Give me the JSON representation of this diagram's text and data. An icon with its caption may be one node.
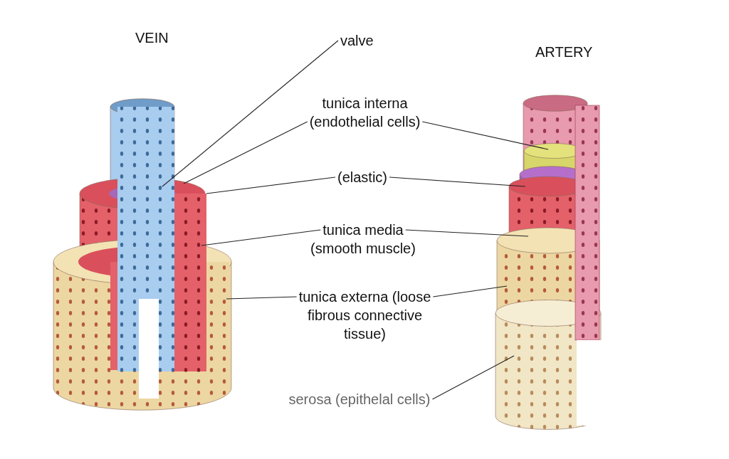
{
  "diagram": {
    "nodes": [
      {
        "text": [
          "valve"
        ]
      },
      {
        "text": [
          "tunica interna (endothelial cells)"
        ]
      },
      {
        "text": [
          "(elastic)"
        ]
      },
      {
        "text": [
          "tunica media (smooth muscle)"
        ]
      },
      {
        "text": [
          "tunica externa (loose fibrous connective tissue)"
        ]
      },
      {
        "text": [
          "serosa (epithelal cells)"
        ]
      }
    ],
    "edges": [
      {
        "from": 0,
        "to": null,
        "arrow": "none"
      },
      {
        "from": 1,
        "to": null,
        "arrow": "none"
      },
      {
        "from": 1,
        "to": null,
        "arrow": "none"
      },
      {
        "from": 2,
        "to": null,
        "arrow": "none"
      },
      {
        "from": 2,
        "to": null,
        "arrow": "none"
      },
      {
        "from": 3,
        "to": null,
        "arrow": "none"
      },
      {
        "from": 3,
        "to": null,
        "arrow": "none"
      },
      {
        "from": 4,
        "to": null,
        "arrow": "none"
      },
      {
        "from": 4,
        "to": null,
        "arrow": "none"
      },
      {
        "from": 5,
        "to": null,
        "arrow": "none"
      }
    ],
    "labels": [
      "VEIN",
      "ARTERY"
    ]
  }
}
